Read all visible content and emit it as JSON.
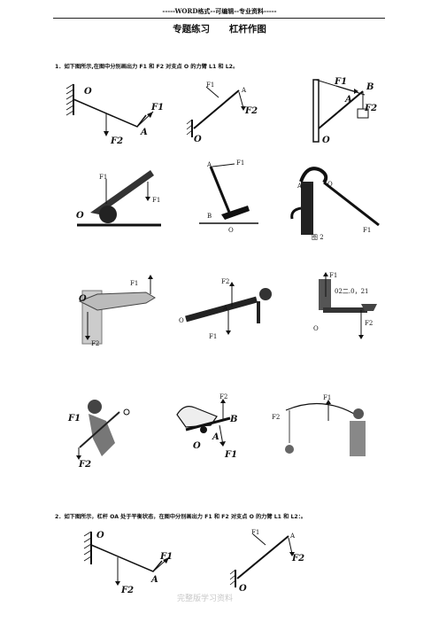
{
  "header": "-----WORD格式--可编辑--专业资料-----",
  "title": "专题练习    杠杆作图",
  "q1": "1．如下图所示,在图中分别画出力 F1 和 F2 对支点 O 的力臂 L1 和 L2。",
  "q2": "2．如下图所示，杠杆 OA 处于平衡状态，在图中分别画出力 F1 和 F2 对支点 O 的力臂 L1 和 L2：。",
  "watermark": "完整版学习资料",
  "fig_labels": {
    "O": "O",
    "A": "A",
    "B": "B",
    "F1": "F1",
    "F2": "F2",
    "fig2": "图 2",
    "weight_label": "02二.0，21"
  }
}
